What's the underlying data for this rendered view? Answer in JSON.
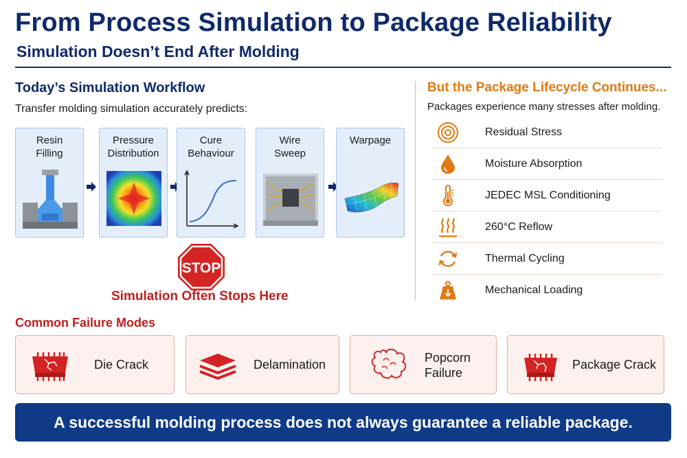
{
  "header": {
    "title": "From Process Simulation to Package Reliability",
    "subtitle": "Simulation Doesn’t End After Molding"
  },
  "workflow": {
    "title": "Today’s Simulation Workflow",
    "description": "Transfer molding simulation accurately predicts:",
    "steps": [
      {
        "label": "Resin\nFilling",
        "icon": "mold-cross-section-icon"
      },
      {
        "label": "Pressure\nDistribution",
        "icon": "pressure-heatmap-icon"
      },
      {
        "label": "Cure\nBehaviour",
        "icon": "cure-curve-icon"
      },
      {
        "label": "Wire\nSweep",
        "icon": "wire-sweep-icon"
      },
      {
        "label": "Warpage",
        "icon": "warpage-surface-icon"
      }
    ],
    "stop_sign_text": "STOP",
    "stop_caption": "Simulation Often Stops Here"
  },
  "lifecycle": {
    "title": "But the Package Lifecycle Continues...",
    "description": "Packages experience many stresses after molding.",
    "items": [
      {
        "label": "Residual Stress",
        "icon": "concentric-rings-icon"
      },
      {
        "label": "Moisture Absorption",
        "icon": "water-drop-icon"
      },
      {
        "label": "JEDEC MSL Conditioning",
        "icon": "thermometer-icon"
      },
      {
        "label": "260°C Reflow",
        "icon": "heat-waves-icon"
      },
      {
        "label": "Thermal Cycling",
        "icon": "cycle-arrows-icon"
      },
      {
        "label": "Mechanical Loading",
        "icon": "weight-icon"
      }
    ]
  },
  "failures": {
    "title": "Common Failure Modes",
    "items": [
      {
        "label": "Die Crack",
        "icon": "cracked-die-icon"
      },
      {
        "label": "Delamination",
        "icon": "layered-stack-icon"
      },
      {
        "label": "Popcorn\nFailure",
        "icon": "popcorn-icon"
      },
      {
        "label": "Package Crack",
        "icon": "cracked-package-icon"
      }
    ]
  },
  "banner": {
    "text": "A successful molding process does not always guarantee a reliable package."
  },
  "colors": {
    "navy": "#0f2a6b",
    "orange": "#e07a12",
    "red": "#c21e1e",
    "banner": "#0f3a85"
  }
}
